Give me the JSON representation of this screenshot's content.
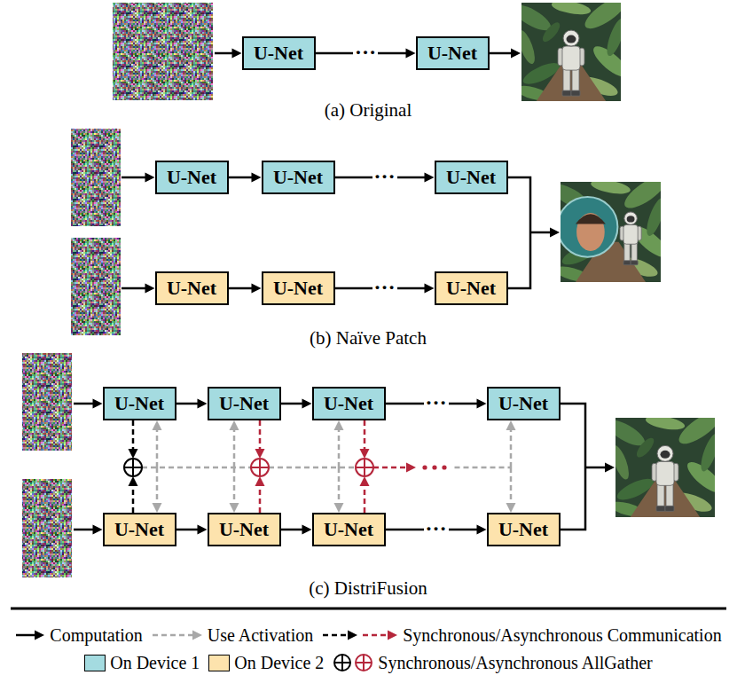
{
  "diagram": {
    "nodes": [
      {
        "text": [
          "U-Net"
        ]
      },
      {
        "text": [
          "U-Net"
        ]
      },
      {
        "text": [
          "U-Net"
        ]
      },
      {
        "text": [
          "U-Net"
        ]
      },
      {
        "text": [
          "U-Net"
        ]
      },
      {
        "text": [
          "U-Net"
        ]
      },
      {
        "text": [
          "U-Net"
        ]
      },
      {
        "text": [
          "U-Net"
        ]
      },
      {
        "text": [
          "U-Net"
        ]
      },
      {
        "text": [
          "U-Net"
        ]
      },
      {
        "text": [
          "U-Net"
        ]
      },
      {
        "text": [
          "U-Net"
        ]
      },
      {
        "text": [
          "U-Net"
        ]
      },
      {
        "text": [
          "U-Net"
        ]
      },
      {
        "text": [
          "U-Net"
        ]
      },
      {
        "text": [
          "U-Net"
        ]
      }
    ],
    "edges": [
      {
        "from": 0,
        "to": 1,
        "arrow": "to",
        "label": "…"
      },
      {
        "from": 2,
        "to": 3,
        "arrow": "to"
      },
      {
        "from": 3,
        "to": 4,
        "arrow": "to",
        "label": "…"
      },
      {
        "from": 5,
        "to": 6,
        "arrow": "to"
      },
      {
        "from": 6,
        "to": 7,
        "arrow": "to",
        "label": "…"
      },
      {
        "from": 8,
        "to": 9,
        "arrow": "to"
      },
      {
        "from": 9,
        "to": 10,
        "arrow": "to"
      },
      {
        "from": 10,
        "to": 11,
        "arrow": "to",
        "label": "…"
      },
      {
        "from": 12,
        "to": 13,
        "arrow": "to"
      },
      {
        "from": 13,
        "to": 14,
        "arrow": "to"
      },
      {
        "from": 14,
        "to": 15,
        "arrow": "to",
        "label": "…"
      }
    ],
    "labels": [
      "(a) Original",
      "(b) Naïve Patch",
      "(c) DistriFusion"
    ],
    "legend": [
      {
        "text": "Computation"
      },
      {
        "text": "Use Activation"
      },
      {
        "text": "Synchronous/Asynchronous Communication"
      },
      {
        "text": "On Device 1",
        "color": "#a4dbe0"
      },
      {
        "text": "On Device 2",
        "color": "#fde3ad"
      },
      {
        "text": "Synchronous/Asynchronous AllGather"
      }
    ]
  }
}
